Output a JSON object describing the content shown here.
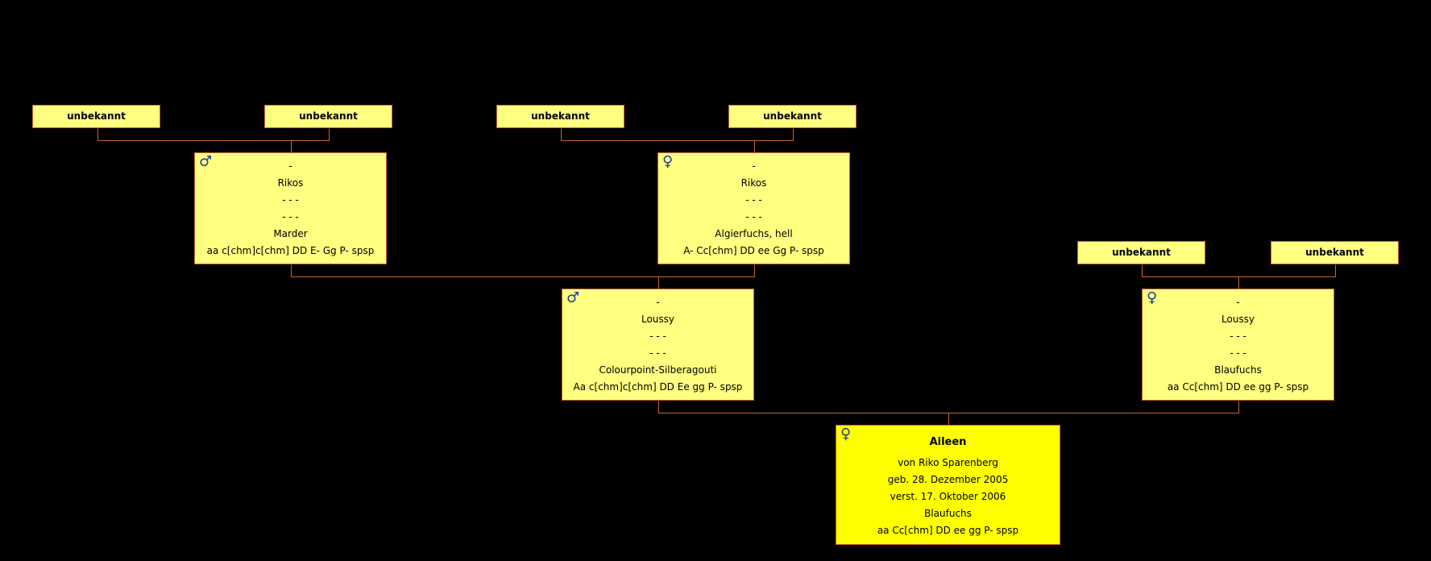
{
  "colors": {
    "background": "#000000",
    "node_fill": "#ffff80",
    "subject_fill": "#ffff00",
    "border": "#c86428",
    "connector": "#c86428",
    "sex_symbol": "#1e3c96"
  },
  "symbols": {
    "male": "♂",
    "female": "♀"
  },
  "unknown_label": "unbekannt",
  "father": {
    "sex_icon": "male-icon",
    "lines": [
      "-",
      "Loussy",
      "- - -",
      "- - -",
      "Colourpoint-Silberagouti",
      "Aa c[chm]c[chm] DD Ee gg P- spsp"
    ]
  },
  "mother": {
    "sex_icon": "female-icon",
    "lines": [
      "-",
      "Loussy",
      "- - -",
      "- - -",
      "Blaufuchs",
      "aa Cc[chm] DD ee gg P- spsp"
    ]
  },
  "paternal_grandfather": {
    "sex_icon": "male-icon",
    "lines": [
      "-",
      "Rikos",
      "- - -",
      "- - -",
      "Marder",
      "aa c[chm]c[chm] DD E- Gg P- spsp"
    ]
  },
  "paternal_grandmother": {
    "sex_icon": "female-icon",
    "lines": [
      "-",
      "Rikos",
      "- - -",
      "- - -",
      "Algierfuchs, hell",
      "A- Cc[chm] DD ee Gg P- spsp"
    ]
  },
  "subject": {
    "sex_icon": "female-icon",
    "name": "Aileen",
    "lines": [
      "von Riko Sparenberg",
      "geb. 28. Dezember 2005",
      "verst. 17. Oktober 2006",
      "Blaufuchs",
      "aa Cc[chm] DD ee gg P- spsp"
    ]
  }
}
